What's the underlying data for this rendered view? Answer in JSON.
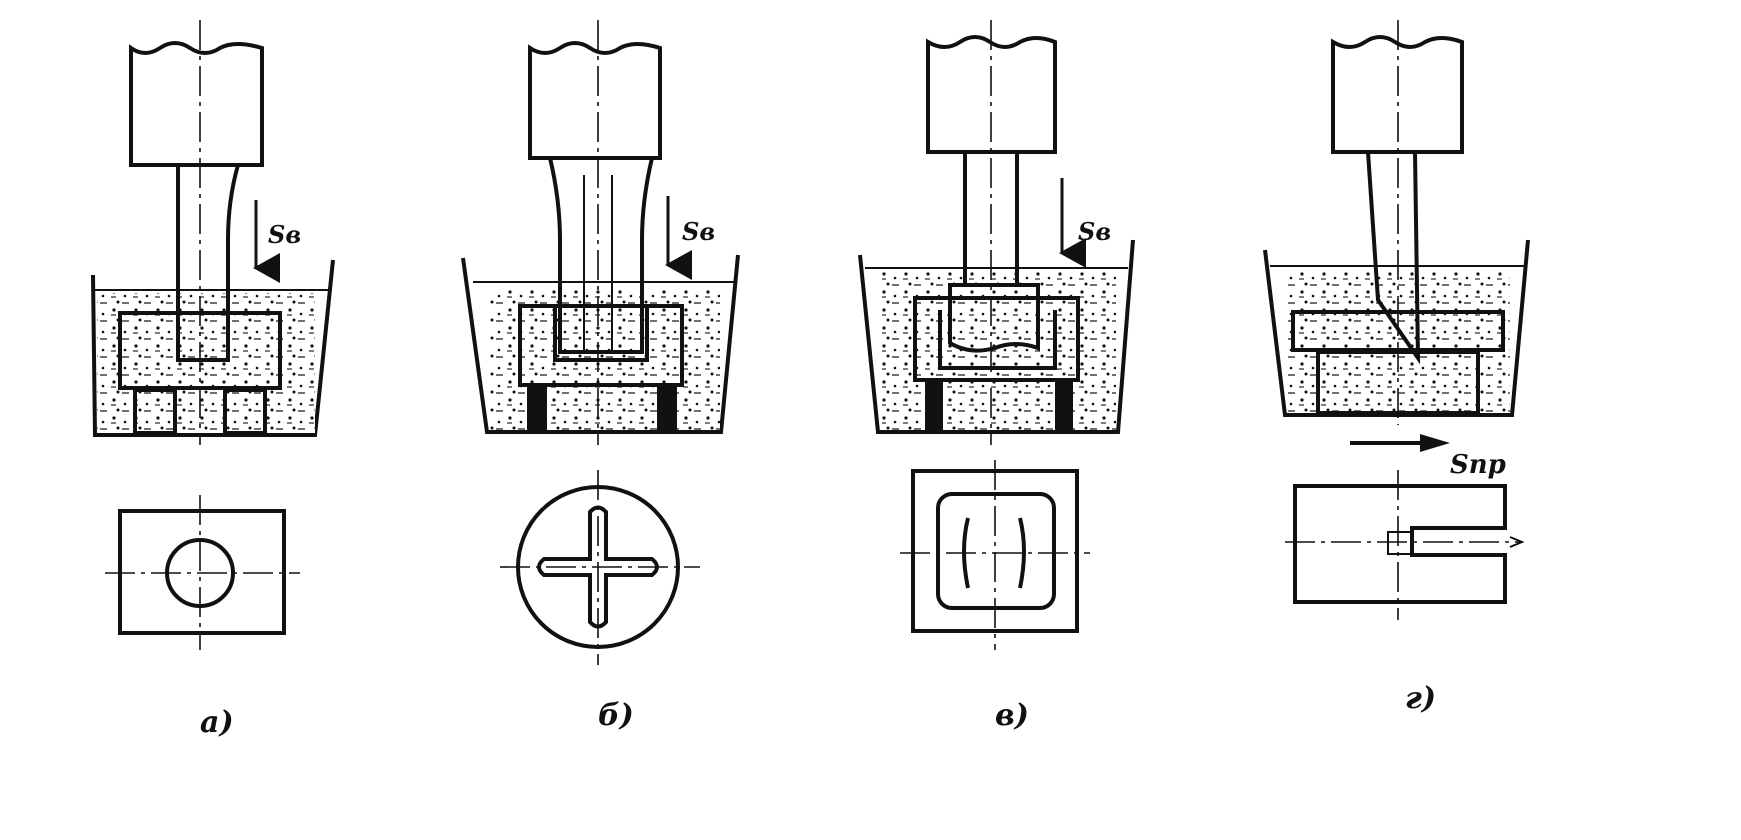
{
  "panels": [
    {
      "id": "a",
      "caption": "а)",
      "feed_label": "Sв"
    },
    {
      "id": "b",
      "caption": "б)",
      "feed_label": "Sв"
    },
    {
      "id": "v",
      "caption": "в)",
      "feed_label": "Sв"
    },
    {
      "id": "g",
      "caption": "г)",
      "feed_label": "Sпр"
    }
  ],
  "colors": {
    "ink": "#111111",
    "background": "#ffffff"
  }
}
